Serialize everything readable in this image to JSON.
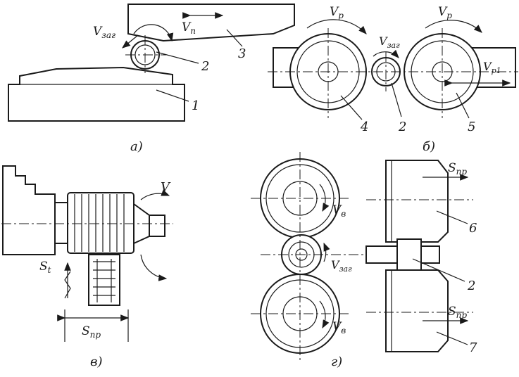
{
  "colors": {
    "ink": "#1a1a1a",
    "paper": "#ffffff"
  },
  "panel_a": {
    "caption": "а)",
    "label_v_blank": "V",
    "label_v_blank_sub": "заг",
    "label_v_n": "V",
    "label_v_n_sub": "п",
    "callouts": [
      "1",
      "2",
      "3"
    ]
  },
  "panel_b": {
    "caption": "б)",
    "label_vp_left": "V",
    "label_vp_left_sub": "р",
    "label_vp_right": "V",
    "label_vp_right_sub": "р",
    "label_v_blank": "V",
    "label_v_blank_sub": "заг",
    "label_vp1": "V",
    "label_vp1_sub": "р1",
    "callouts": [
      "4",
      "2",
      "5"
    ]
  },
  "panel_v": {
    "caption": "в)",
    "label_v": "V",
    "label_st": "S",
    "label_st_sub": "t",
    "label_snp": "S",
    "label_snp_sub": "пр"
  },
  "panel_g": {
    "caption": "г)",
    "label_vv_top": "V",
    "label_vv_top_sub": "в",
    "label_vv_bottom": "V",
    "label_vv_bottom_sub": "в",
    "label_v_blank": "V",
    "label_v_blank_sub": "заг",
    "label_snp_top": "S",
    "label_snp_top_sub": "пр",
    "label_snp_bottom": "S",
    "label_snp_bottom_sub": "пр",
    "callouts": [
      "6",
      "2",
      "7"
    ]
  }
}
